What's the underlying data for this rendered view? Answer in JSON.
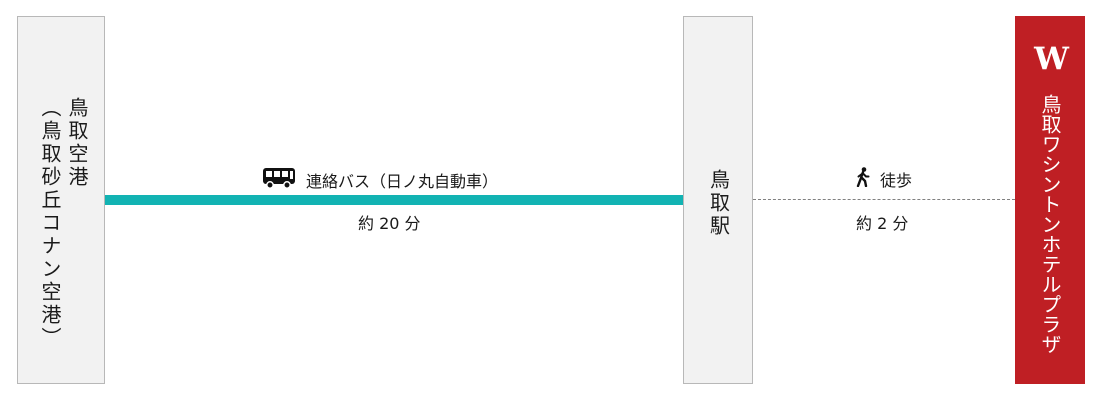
{
  "stations": {
    "airport": {
      "line1": "鳥取空港",
      "line2": "（鳥取砂丘コナン空港）"
    },
    "tottori_station": {
      "label": "鳥取駅"
    },
    "hotel": {
      "logo": "W",
      "label": "鳥取ワシントンホテルプラザ"
    }
  },
  "routes": {
    "bus": {
      "icon": "bus-icon",
      "label": "連絡バス（日ノ丸自動車）",
      "duration": "約 20 分",
      "color": "#12b3b3"
    },
    "walk": {
      "icon": "walking-person-icon",
      "label": "徒歩",
      "duration": "約 2 分",
      "color": "#808080"
    }
  },
  "colors": {
    "hotel": "#bf1f24",
    "station_box": "#f2f2f2"
  }
}
